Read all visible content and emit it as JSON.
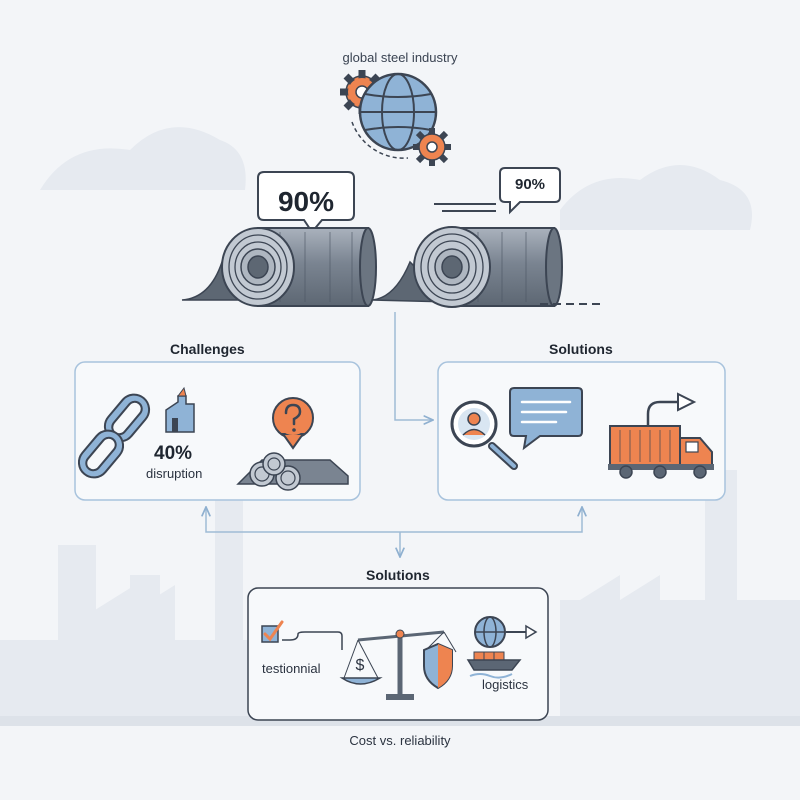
{
  "header": {
    "title": "global steel industry"
  },
  "coils": {
    "left_badge": "90%",
    "right_badge": "90%"
  },
  "challenges": {
    "title": "Challenges",
    "stat_value": "40%",
    "stat_label": "disruption"
  },
  "solutions_right": {
    "title": "Solutions"
  },
  "solutions_bottom": {
    "title": "Solutions",
    "check_label": "testionnial",
    "logistics_label": "logistics"
  },
  "footer": {
    "caption": "Cost vs. reliability"
  },
  "colors": {
    "accent_orange": "#ee8450",
    "steel_blue": "#8fb3d6",
    "dark_steel": "#5b6674",
    "connector": "#9fbbd6",
    "panel_border": "#a8c3dd"
  }
}
